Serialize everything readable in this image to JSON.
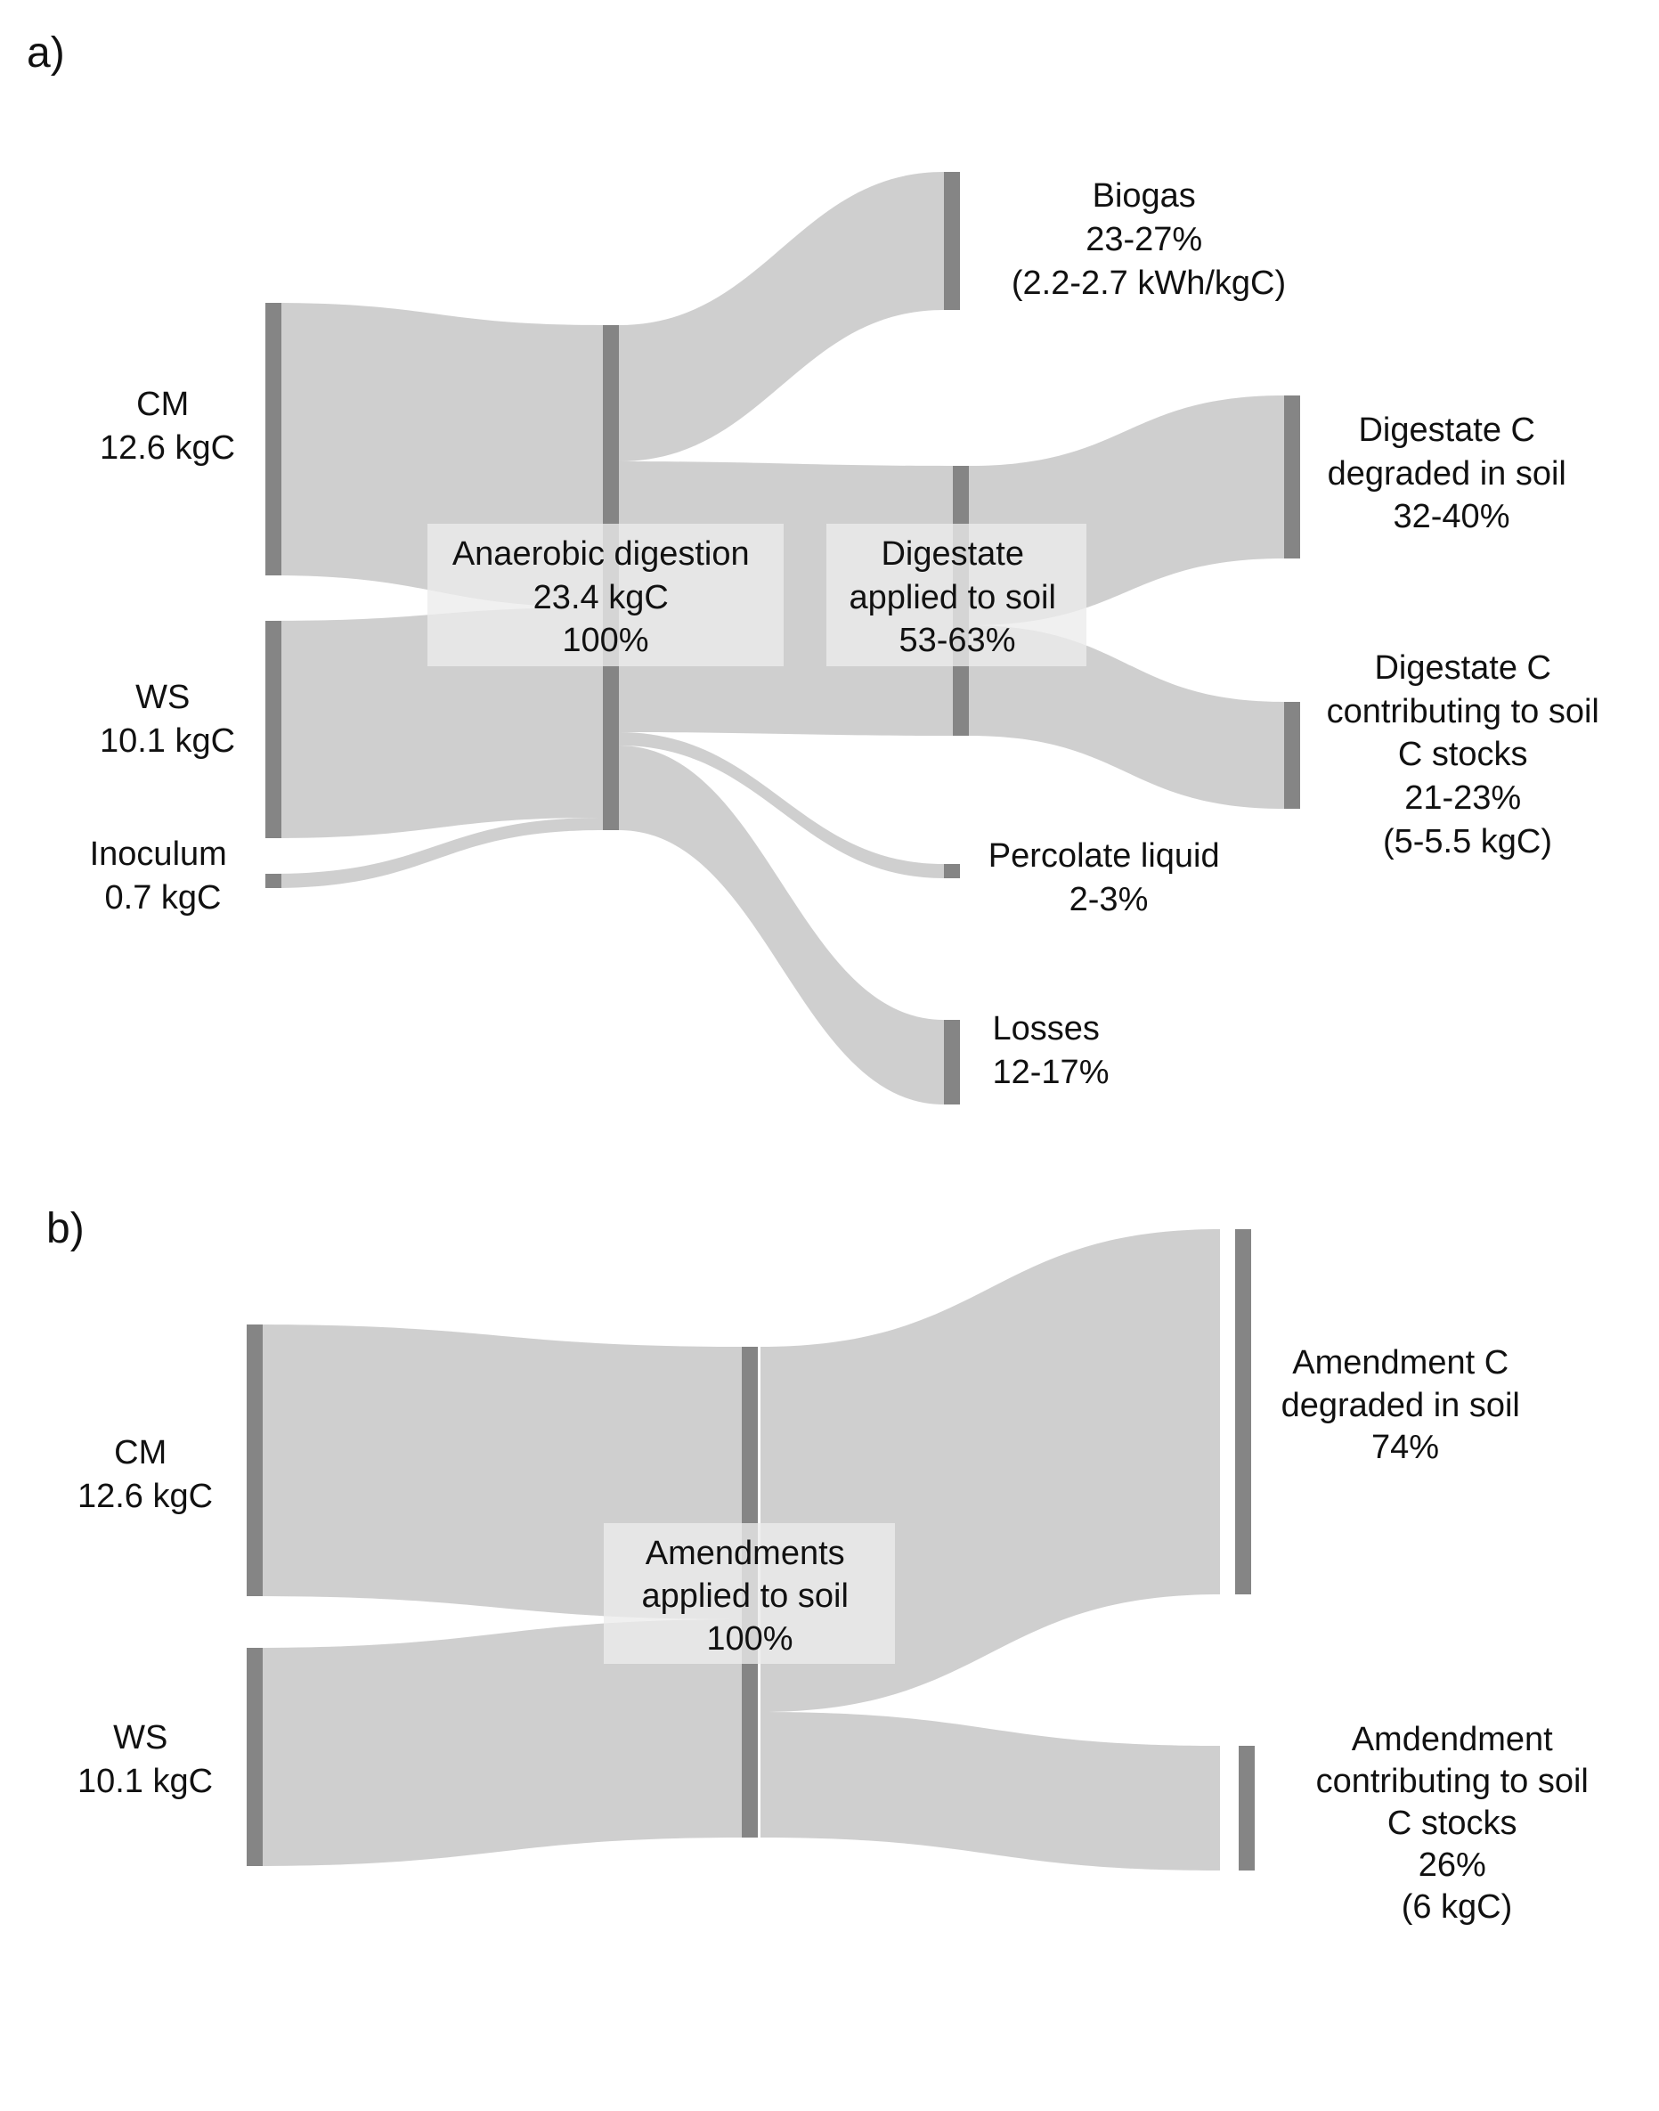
{
  "panels": [
    {
      "id": "a",
      "label": "a)",
      "nodes": [
        {
          "id": "cm",
          "lines": [
            "CM",
            "12.6 kgC"
          ]
        },
        {
          "id": "ws",
          "lines": [
            "WS",
            "10.1 kgC"
          ]
        },
        {
          "id": "inoc",
          "lines": [
            "Inoculum",
            "0.7 kgC"
          ]
        },
        {
          "id": "ad",
          "lines": [
            "Anaerobic digestion",
            "23.4 kgC",
            "100%"
          ]
        },
        {
          "id": "biogas",
          "lines": [
            "Biogas",
            "23-27%",
            "(2.2-2.7 kWh/kgC)"
          ]
        },
        {
          "id": "dig",
          "lines": [
            "Digestate",
            "applied to soil",
            "53-63%"
          ]
        },
        {
          "id": "perc",
          "lines": [
            "Percolate liquid",
            "2-3%"
          ]
        },
        {
          "id": "loss",
          "lines": [
            "Losses",
            "12-17%"
          ]
        },
        {
          "id": "degr",
          "lines": [
            "Digestate C",
            "degraded in soil",
            "32-40%"
          ]
        },
        {
          "id": "stock",
          "lines": [
            "Digestate C",
            "contributing to soil",
            "C stocks",
            "21-23%",
            "(5-5.5 kgC)"
          ]
        }
      ],
      "links": [
        {
          "source": "cm",
          "target": "ad"
        },
        {
          "source": "ws",
          "target": "ad"
        },
        {
          "source": "inoc",
          "target": "ad"
        },
        {
          "source": "ad",
          "target": "biogas"
        },
        {
          "source": "ad",
          "target": "dig"
        },
        {
          "source": "ad",
          "target": "perc"
        },
        {
          "source": "ad",
          "target": "loss"
        },
        {
          "source": "dig",
          "target": "degr"
        },
        {
          "source": "dig",
          "target": "stock"
        }
      ]
    },
    {
      "id": "b",
      "label": "b)",
      "nodes": [
        {
          "id": "cm",
          "lines": [
            "CM",
            "12.6 kgC"
          ]
        },
        {
          "id": "ws",
          "lines": [
            "WS",
            "10.1 kgC"
          ]
        },
        {
          "id": "amend",
          "lines": [
            "Amendments",
            "applied to soil",
            "100%"
          ]
        },
        {
          "id": "degr",
          "lines": [
            "Amendment C",
            "degraded in soil",
            "74%"
          ]
        },
        {
          "id": "stock",
          "lines": [
            "Amdendment",
            "contributing to soil",
            "C stocks",
            "26%",
            "(6 kgC)"
          ]
        }
      ],
      "links": [
        {
          "source": "cm",
          "target": "amend"
        },
        {
          "source": "ws",
          "target": "amend"
        },
        {
          "source": "amend",
          "target": "degr"
        },
        {
          "source": "amend",
          "target": "stock"
        }
      ]
    }
  ]
}
